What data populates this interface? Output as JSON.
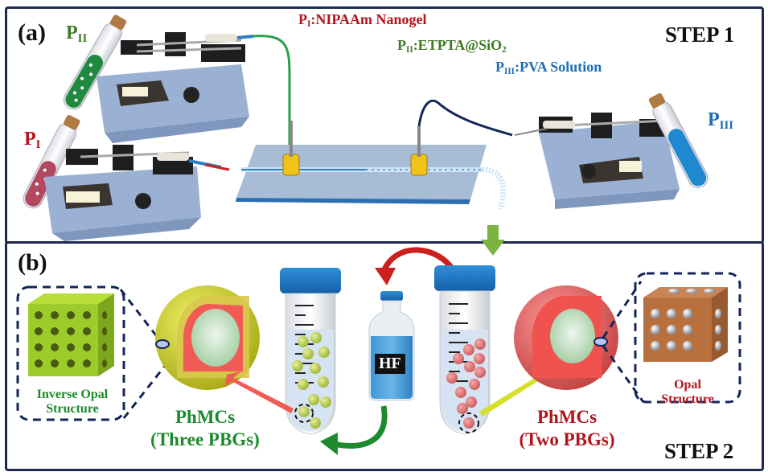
{
  "panel_a": {
    "label": "(a)",
    "step": "STEP 1",
    "legend": [
      {
        "symbol": "P",
        "sub": "I",
        "text": ":NIPAAm Nanogel",
        "color": "#b3141c"
      },
      {
        "symbol": "P",
        "sub": "II",
        "text": ":ETPTA@SiO",
        "tail_sub": "2",
        "color": "#3d7a23"
      },
      {
        "symbol": "P",
        "sub": "III",
        "text": ":PVA Solution",
        "color": "#1f6db3"
      }
    ],
    "tubes": [
      {
        "symbol": "P",
        "sub": "II",
        "liquid_color": "#1f8a3f"
      },
      {
        "symbol": "P",
        "sub": "I",
        "liquid_color": "#b3485f"
      },
      {
        "symbol": "P",
        "sub": "III",
        "liquid_color": "#1e88d0"
      }
    ],
    "devices": [
      "syringe-pump-II",
      "syringe-pump-I",
      "syringe-pump-III",
      "microfluidic-chip"
    ]
  },
  "panel_b": {
    "label": "(b)",
    "step": "STEP 2",
    "inverse_opal": {
      "line1": "Inverse Opal",
      "line2": "Structure"
    },
    "opal": {
      "line1": "Opal",
      "line2": "Structure"
    },
    "phmc_three": {
      "line1": "PhMCs",
      "line2": "(Three PBGs)"
    },
    "phmc_two": {
      "line1": "PhMCs",
      "line2": "(Two PBGs)"
    },
    "bottle_label": "HF"
  },
  "colors": {
    "border": "#1b2a4e",
    "red_text": "#b3141c",
    "green_text": "#3d7a23",
    "blue_text": "#1f6db3",
    "dark_green_text": "#1a8a2a",
    "pump_body": "#9bb1d4",
    "chip": "#a9bcd6"
  }
}
